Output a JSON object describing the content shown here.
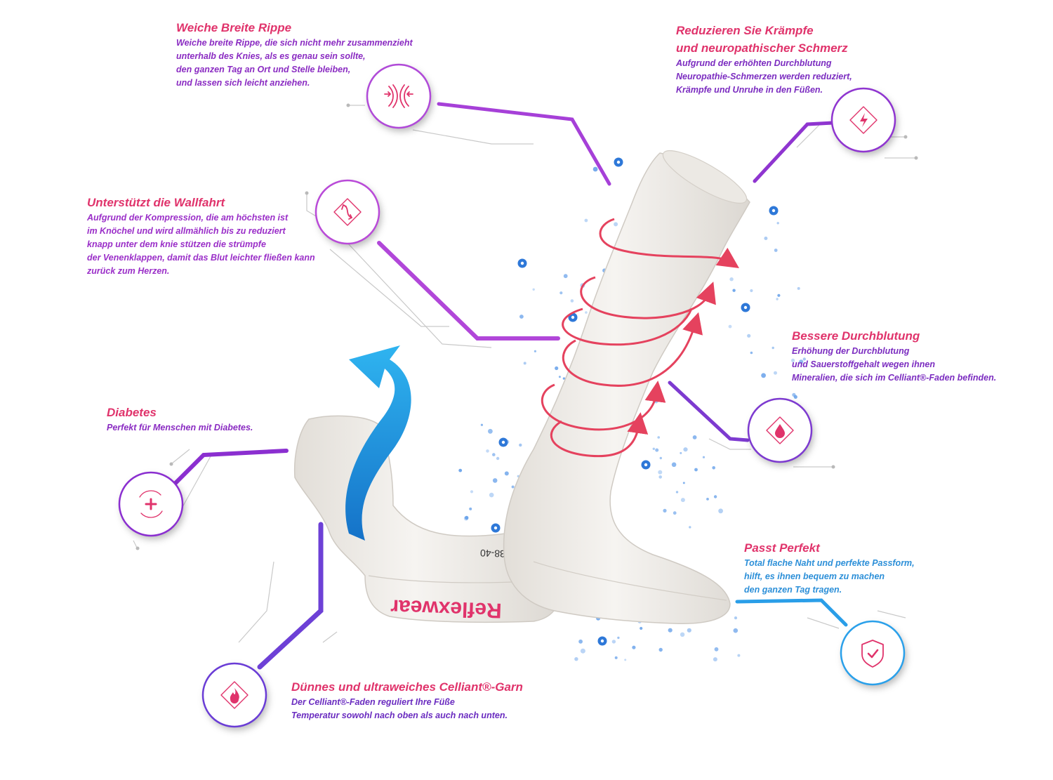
{
  "colors": {
    "title_pink": "#e0336b",
    "text_purple": "#8a2bc2",
    "text_blue": "#2c8fd8",
    "line_purple": "#9b3fd8",
    "line_blue": "#27a3e6",
    "arrow_blue": "#1a9ce6",
    "spiral_red": "#e5425e",
    "dot_blue": "#5b9ae8",
    "sock_white": "#f1efeb",
    "sock_shadow": "#d9d5cf"
  },
  "product": {
    "brand_label": "Reflexwear",
    "size_label": "38-40"
  },
  "features": [
    {
      "id": "rib",
      "title": "Weiche Breite Rippe",
      "lines": [
        "Weiche breite Rippe, die sich nicht mehr zusammenzieht",
        "unterhalb des Knies, als es genau sein sollte,",
        "den ganzen Tag an Ort und Stelle bleiben,",
        "und lassen sich leicht anziehen."
      ],
      "icon": "compression-arrows-icon"
    },
    {
      "id": "cramps",
      "title": "Reduzieren Sie Krämpfe",
      "title2": "und neuropathischer Schmerz",
      "lines": [
        "Aufgrund der erhöhten Durchblutung",
        "Neuropathie-Schmerzen werden reduziert,",
        "Krämpfe und Unruhe in den Füßen."
      ],
      "icon": "lightning-bolt-icon"
    },
    {
      "id": "support",
      "title": "Unterstützt die Wallfahrt",
      "lines": [
        "Aufgrund der Kompression, die am höchsten ist",
        "im Knöchel und wird allmählich bis zu reduziert",
        "knapp unter dem knie stützen die strümpfe",
        "der Venenklappen, damit das Blut leichter fließen kann",
        "zurück zum Herzen."
      ],
      "icon": "circulation-arrows-icon"
    },
    {
      "id": "circulation",
      "title": "Bessere Durchblutung",
      "lines": [
        "Erhöhung der Durchblutung",
        "und Sauerstoffgehalt wegen ihnen",
        "Mineralien, die sich im Celliant®-Faden befinden."
      ],
      "icon": "blood-drop-icon"
    },
    {
      "id": "diabetes",
      "title": "Diabetes",
      "lines": [
        "Perfekt für Menschen mit Diabetes."
      ],
      "icon": "medical-plus-icon"
    },
    {
      "id": "fit",
      "title": "Passt Perfekt",
      "lines": [
        "Total flache Naht und perfekte Passform,",
        "hilft, es ihnen bequem zu machen",
        "den ganzen Tag tragen."
      ],
      "icon": "shield-check-icon"
    },
    {
      "id": "yarn",
      "title": "Dünnes und ultraweiches Celliant®-Garn",
      "lines": [
        "Der Celliant®-Faden reguliert Ihre Füße",
        "Temperatur sowohl nach oben als auch nach unten."
      ],
      "icon": "flame-icon"
    }
  ]
}
